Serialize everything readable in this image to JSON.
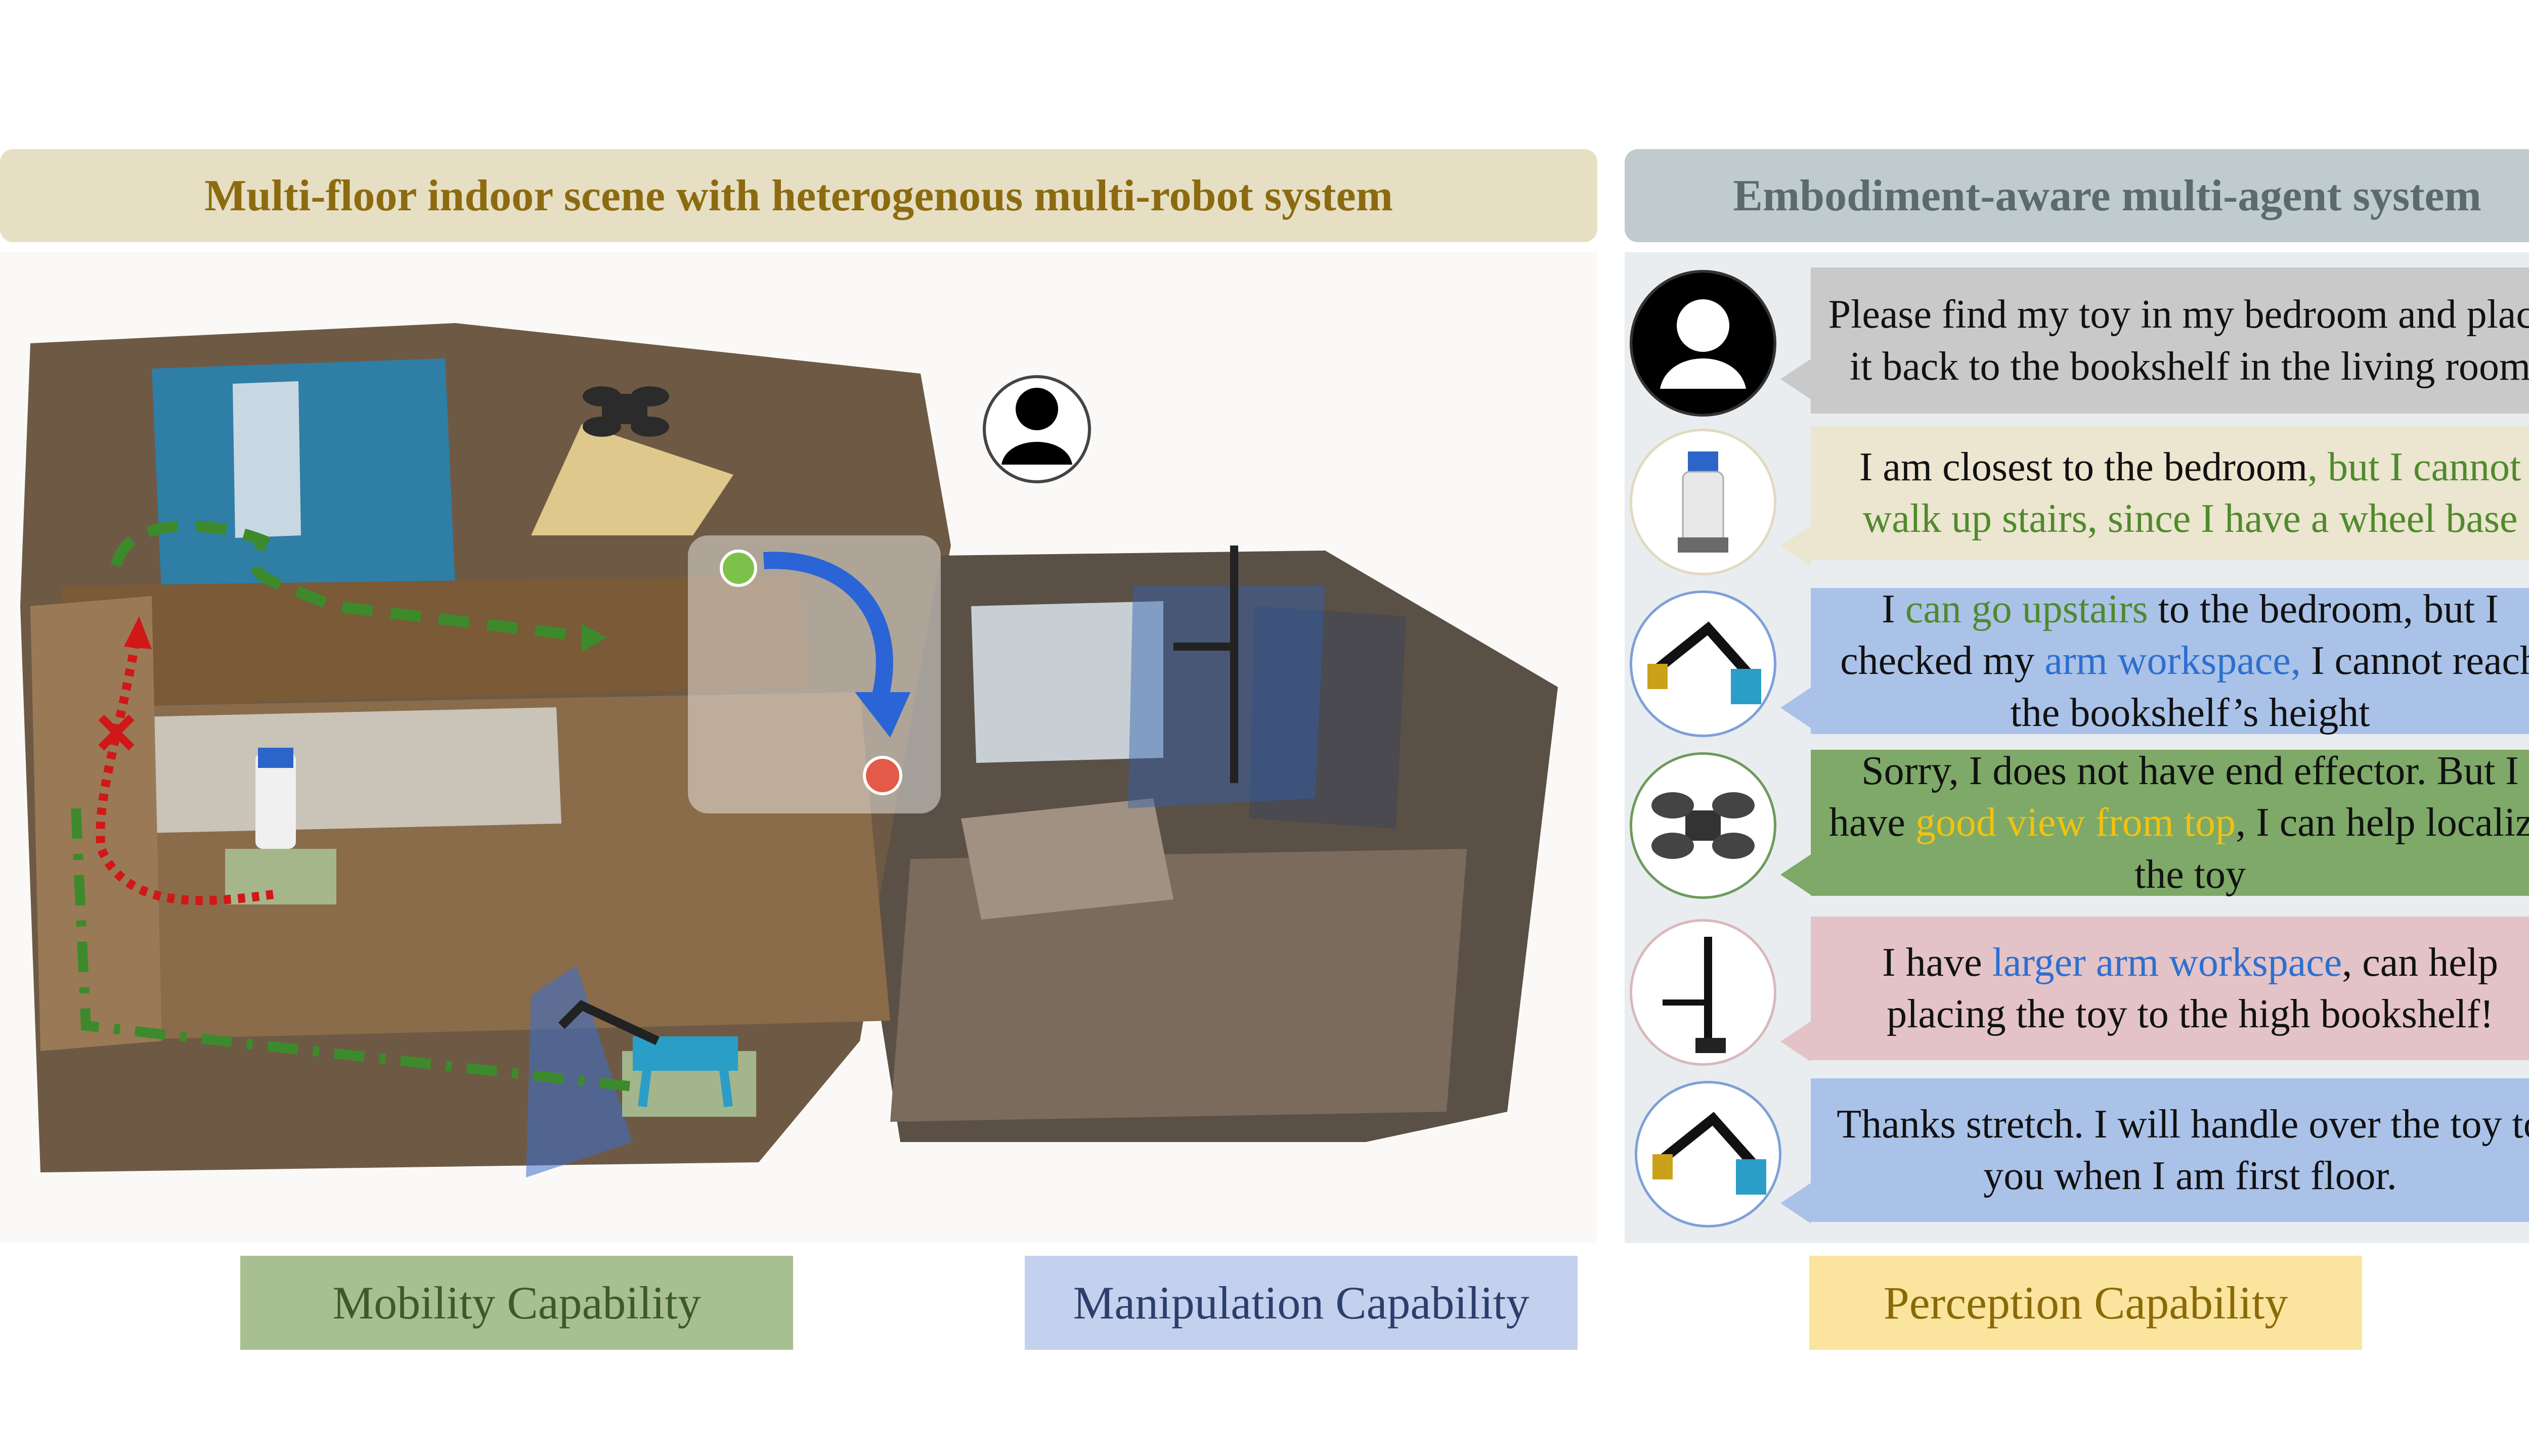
{
  "headers": {
    "scene_title": "Multi-floor indoor scene with heterogenous multi-robot system",
    "agent_title": "Embodiment-aware multi-agent system"
  },
  "chat": [
    {
      "speaker_icon": "user-icon",
      "color": "#c9c9c9",
      "parts": [
        {
          "t": "Please find my toy in my bedroom and place it back to the bookshelf in the living room",
          "c": ""
        }
      ]
    },
    {
      "speaker_icon": "wheeled-robot-icon",
      "color": "#ece5cf",
      "parts": [
        {
          "t": "I am closest to the bedroom",
          "c": ""
        },
        {
          "t": ", but I ",
          "c": "g"
        },
        {
          "t": "cannot",
          "c": "g"
        },
        {
          "t": " walk up stairs, since I have a wheel base",
          "c": "g"
        }
      ]
    },
    {
      "speaker_icon": "robot-arm-icon",
      "color": "#aac2e8",
      "parts": [
        {
          "t": "I ",
          "c": ""
        },
        {
          "t": "can go upstairs",
          "c": "g"
        },
        {
          "t": " to the bedroom, but I checked my ",
          "c": ""
        },
        {
          "t": "arm workspace,",
          "c": "b"
        },
        {
          "t": " I cannot reach the bookshelf’s height",
          "c": ""
        }
      ]
    },
    {
      "speaker_icon": "drone-icon",
      "color": "#7ea968",
      "parts": [
        {
          "t": "Sorry, I does not have end effector. But I have ",
          "c": ""
        },
        {
          "t": "good view from top",
          "c": "y"
        },
        {
          "t": ", I can help localize the toy",
          "c": ""
        }
      ]
    },
    {
      "speaker_icon": "stretch-robot-icon",
      "color": "#e3c3c7",
      "parts": [
        {
          "t": "I have ",
          "c": ""
        },
        {
          "t": "larger arm workspace",
          "c": "b"
        },
        {
          "t": ", can help placing the toy to the high bookshelf!",
          "c": ""
        }
      ]
    },
    {
      "speaker_icon": "robot-arm-icon",
      "color": "#aac2e8",
      "parts": [
        {
          "t": "Thanks stretch. I will handle over the toy to you when I am first floor.",
          "c": ""
        }
      ]
    }
  ],
  "legend": {
    "mobility": "Mobility Capability",
    "manipulation": "Manipulation Capability",
    "perception": "Perception Capability"
  },
  "colors": {
    "mobility": "#a8bf92",
    "manipulation": "#c3d1ee",
    "perception": "#fbe49d",
    "path_green": "#3d8a2c",
    "path_red": "#d01818"
  }
}
